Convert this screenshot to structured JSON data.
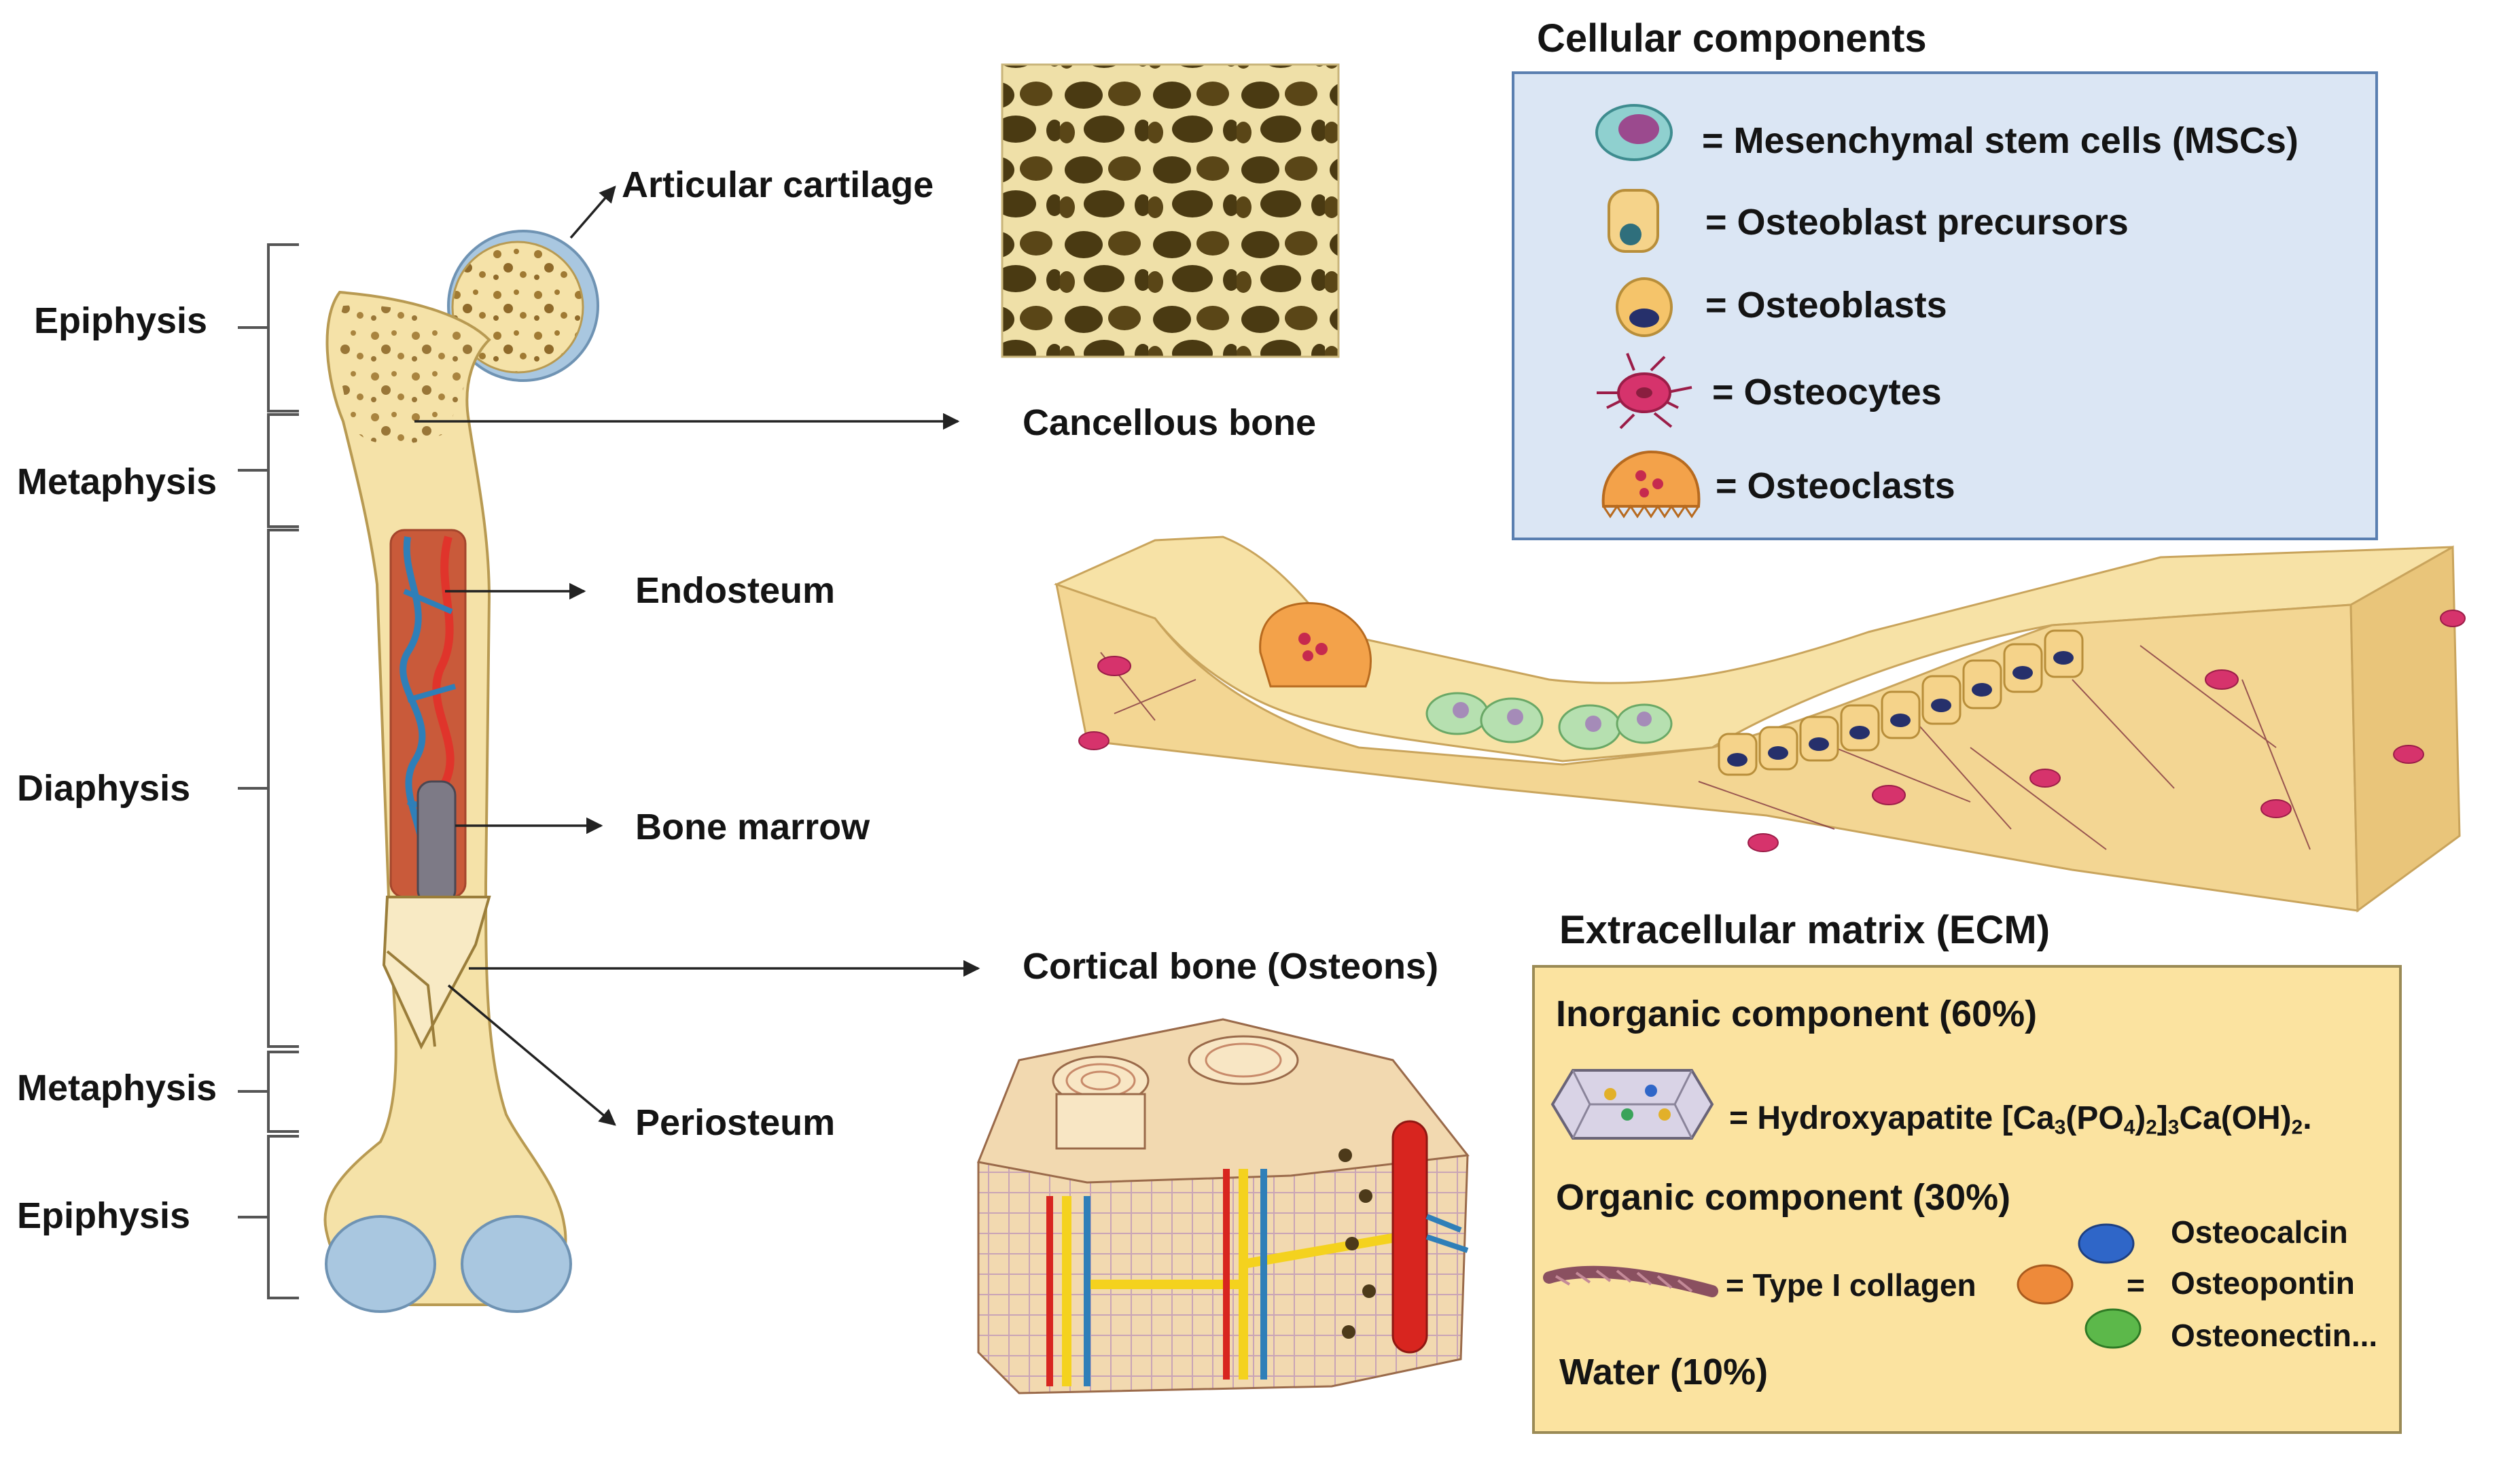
{
  "bone_labels": {
    "articular_cartilage": "Articular cartilage",
    "cancellous_bone": "Cancellous bone",
    "endosteum": "Endosteum",
    "bone_marrow": "Bone marrow",
    "cortical_bone": "Cortical bone (Osteons)",
    "periosteum": "Periosteum"
  },
  "regions": {
    "epiphysis_top": "Epiphysis",
    "metaphysis_top": "Metaphysis",
    "diaphysis": "Diaphysis",
    "metaphysis_bottom": "Metaphysis",
    "epiphysis_bottom": "Epiphysis"
  },
  "cellular": {
    "title": "Cellular components",
    "items": [
      "= Mesenchymal stem cells (MSCs)",
      "= Osteoblast precursors",
      "= Osteoblasts",
      "= Osteocytes",
      "= Osteoclasts"
    ]
  },
  "ecm": {
    "title": "Extracellular matrix (ECM)",
    "inorganic": "Inorganic component (60%)",
    "hydroxyapatite_prefix": "= Hydroxyapatite [Ca",
    "hydroxyapatite_sub1": "3",
    "hydroxyapatite_mid1": "(PO",
    "hydroxyapatite_sub2": "4",
    "hydroxyapatite_mid2": ")",
    "hydroxyapatite_sub3": "2",
    "hydroxyapatite_mid3": "]",
    "hydroxyapatite_sub4": "3",
    "hydroxyapatite_mid4": "Ca(OH)",
    "hydroxyapatite_sub5": "2",
    "hydroxyapatite_end": ".",
    "organic": "Organic component (30%)",
    "collagen": "= Type I collagen",
    "equals": "=",
    "proteins": [
      "Osteocalcin",
      "Osteopontin",
      "Osteonectin..."
    ],
    "water": "Water (10%)"
  },
  "colors": {
    "bone": "#f5e2a8",
    "bone_edge": "#b89a52",
    "cartilage": "#a9c7e0",
    "cell_box_bg": "#dbe6f4",
    "ecm_box_bg": "#fbe3a0",
    "osteocyte": "#d6336c",
    "osteoclast": "#f3a24a",
    "msc": "#8fd0cf",
    "osteoblast_nucleus": "#26306b",
    "vessel_red": "#d8251f",
    "vessel_blue": "#2f7fb8",
    "protein_blue": "#2f66c8",
    "protein_orange": "#ee8a3a",
    "protein_green": "#5cb84a"
  }
}
